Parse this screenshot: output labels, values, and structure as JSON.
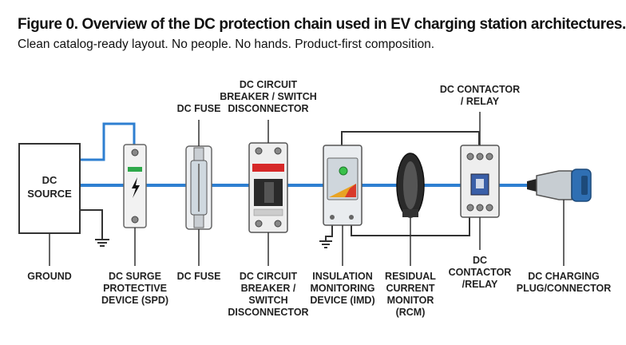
{
  "figure": {
    "title": "Figure 0. Overview of the DC protection chain used in EV charging station architectures.",
    "subtitle": "Clean catalog-ready layout. No people. No hands. Product-first composition."
  },
  "colors": {
    "bus_line": "#2e7fd1",
    "wire": "#333333",
    "fuse_tube": "#b9c3cc",
    "breaker_red": "#d62828",
    "connector_blue": "#2f6fb3"
  },
  "top_labels": {
    "fuse": [
      "DC FUSE"
    ],
    "breaker": [
      "DC CIRCUIT",
      "BREAKER / SWITCH",
      "DISCONNECTOR"
    ],
    "contactor": [
      "DC CONTACTOR",
      "/ RELAY"
    ]
  },
  "source_box": {
    "lines": [
      "DC",
      "SOURCE"
    ]
  },
  "bottom_labels": {
    "ground": [
      "GROUND"
    ],
    "spd": [
      "DC SURGE",
      "PROTECTIVE",
      "DEVICE (SPD)"
    ],
    "fuse": [
      "DC FUSE"
    ],
    "breaker": [
      "DC CIRCUIT",
      "BREAKER /",
      "SWITCH",
      "DISCONNECTOR"
    ],
    "imd": [
      "INSULATION",
      "MONITORING",
      "DEVICE (IMD)"
    ],
    "rcm": [
      "RESIDUAL",
      "CURRENT",
      "MONITOR",
      "(RCM)"
    ],
    "contactor": [
      "DC",
      "CONTACTOR",
      "/RELAY"
    ],
    "plug": [
      "DC CHARGING",
      "PLUG/CONNECTOR"
    ]
  }
}
